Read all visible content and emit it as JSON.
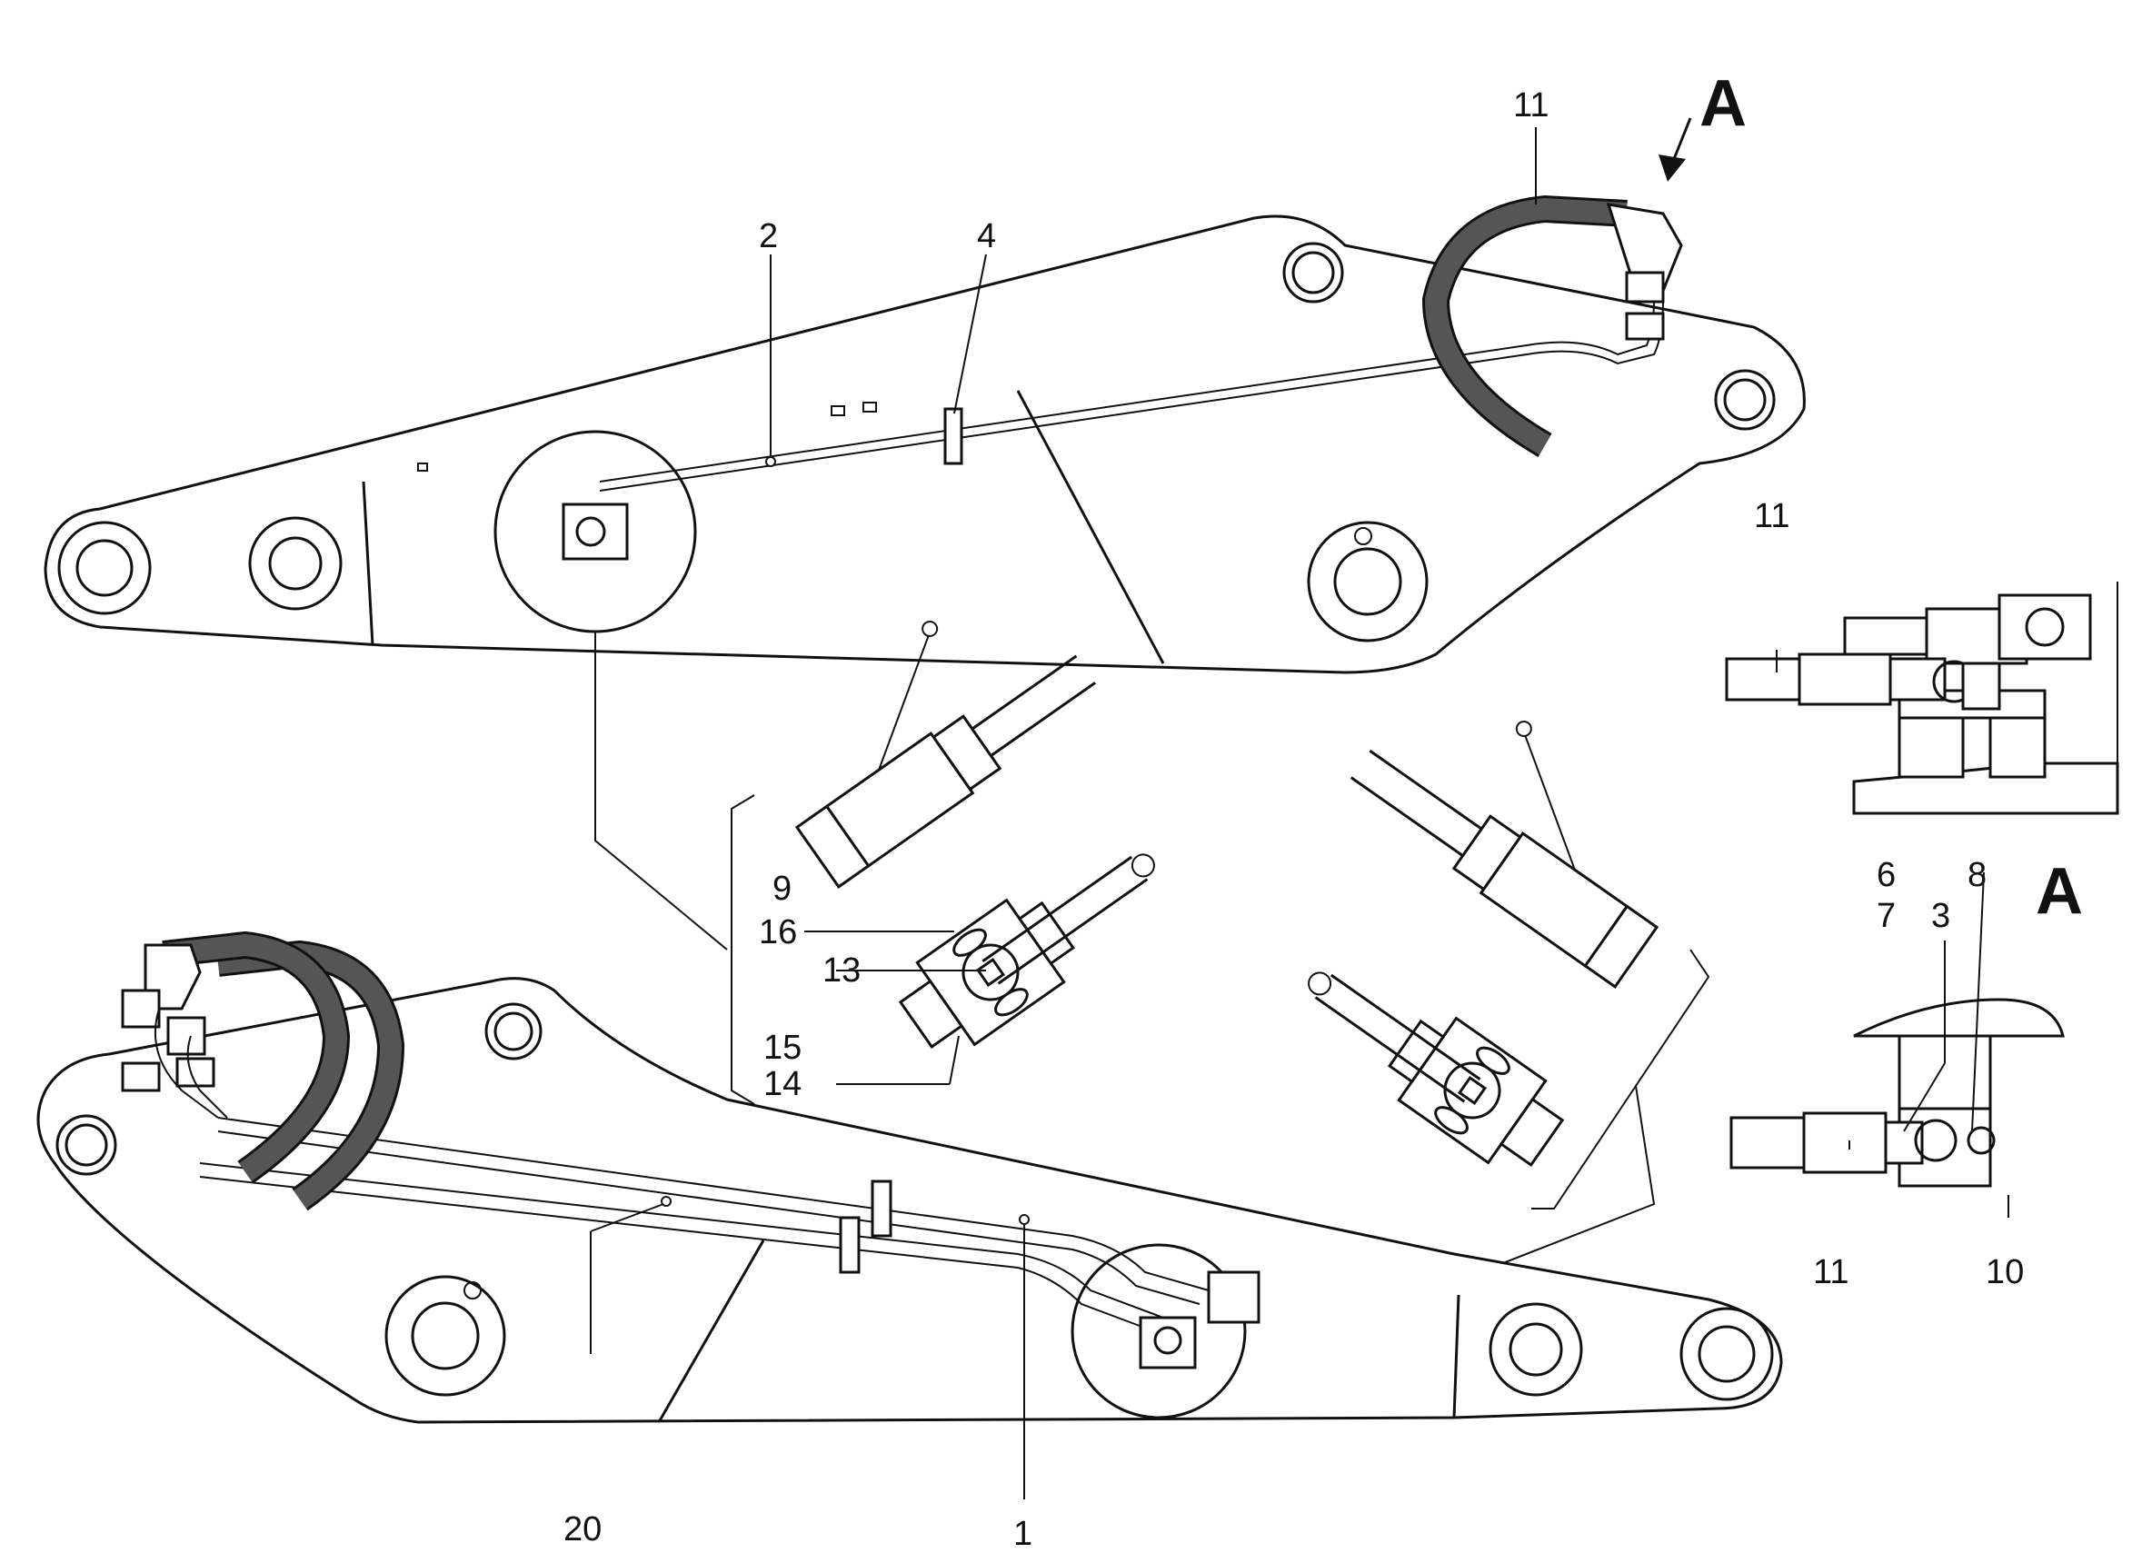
{
  "view_marker": "A",
  "detail_view_label": "A",
  "callouts": {
    "upper_boom": {
      "c2": "2",
      "c4": "4",
      "c11": "11"
    },
    "lower_boom": {
      "c20": "20",
      "c1": "1"
    },
    "detail": {
      "c9": "9",
      "c16": "16",
      "c13": "13",
      "c15": "15",
      "c14": "14"
    },
    "side_view": {
      "c11": "11"
    },
    "view_a": {
      "c6": "6",
      "c7": "7",
      "c3": "3",
      "c8": "8",
      "c11": "11",
      "c10": "10"
    }
  },
  "colors": {
    "line": "#111111",
    "hose": "#444444",
    "background": "#ffffff"
  }
}
